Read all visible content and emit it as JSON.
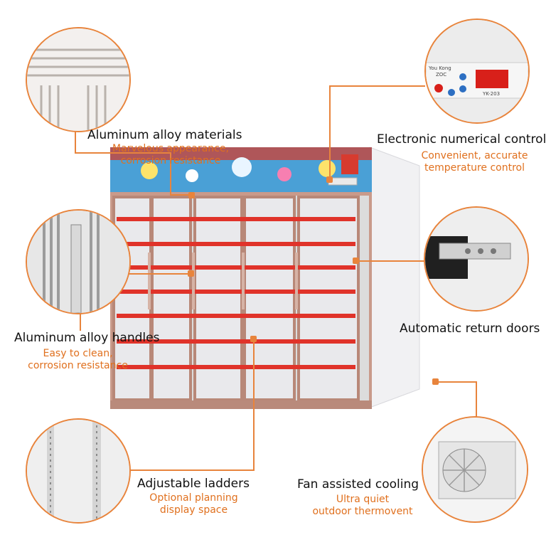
{
  "features": {
    "materials": {
      "title": "Aluminum alloy materials",
      "sub1": "Marvelous appearance,",
      "sub2": "corrosion resistance"
    },
    "control": {
      "title": "Electronic numerical control",
      "sub1": "Convenient, accurate",
      "sub2": "temperature control"
    },
    "handles": {
      "title": "Aluminum alloy handles",
      "sub1": "Easy to clean,",
      "sub2": "corrosion resistance"
    },
    "doors": {
      "title": "Automatic return doors"
    },
    "ladders": {
      "title": "Adjustable ladders",
      "sub1": "Optional planning",
      "sub2": "display space"
    },
    "cooling": {
      "title": "Fan assisted cooling",
      "sub1": "Ultra quiet",
      "sub2": "outdoor thermovent"
    }
  },
  "control_panel": {
    "brand1": "You Kong",
    "brand2": "ZOC",
    "model": "YK-203"
  },
  "colors": {
    "accent": "#e8843c",
    "subtext": "#e0701e",
    "shelf": "#e0332a",
    "frame": "#c99a8a"
  }
}
